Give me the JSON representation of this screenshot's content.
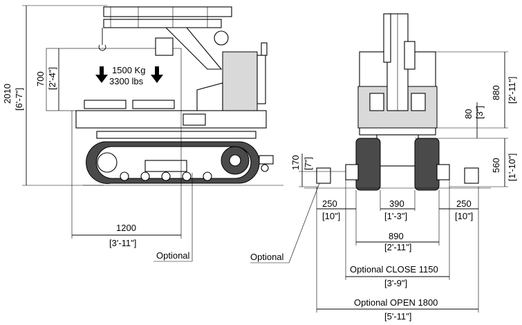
{
  "load": {
    "kg": "1500 Kg",
    "lbs": "3300 lbs"
  },
  "side_view": {
    "height_mm": "2010",
    "height_in": "[6'-7\"]",
    "load_height_mm": "700",
    "load_height_in": "[2'-4\"]",
    "length_mm": "1200",
    "length_in": "[3'-11\"]",
    "optional_label": "Optional"
  },
  "front_view": {
    "track_width_mm": "250",
    "track_width_in": "[10\"]",
    "track_width_right_mm": "250",
    "track_width_right_in": "[10\"]",
    "inner_gap_mm": "390",
    "inner_gap_in": "[1'-3\"]",
    "base_width_mm": "890",
    "base_width_in": "[2'-11\"]",
    "close_label": "Optional CLOSE 1150",
    "close_in": "[3'-9\"]",
    "open_label": "Optional OPEN 1800",
    "open_in": "[5'-11\"]",
    "optional_label": "Optional",
    "top_height_mm": "880",
    "top_height_in": "[2'-11\"]",
    "mid_height_mm": "80",
    "mid_height_in": "[3\"]",
    "low_height_mm": "560",
    "low_height_in": "[1'-10\"]",
    "outrigger_height_mm": "170",
    "outrigger_height_in": "[7\"]"
  }
}
